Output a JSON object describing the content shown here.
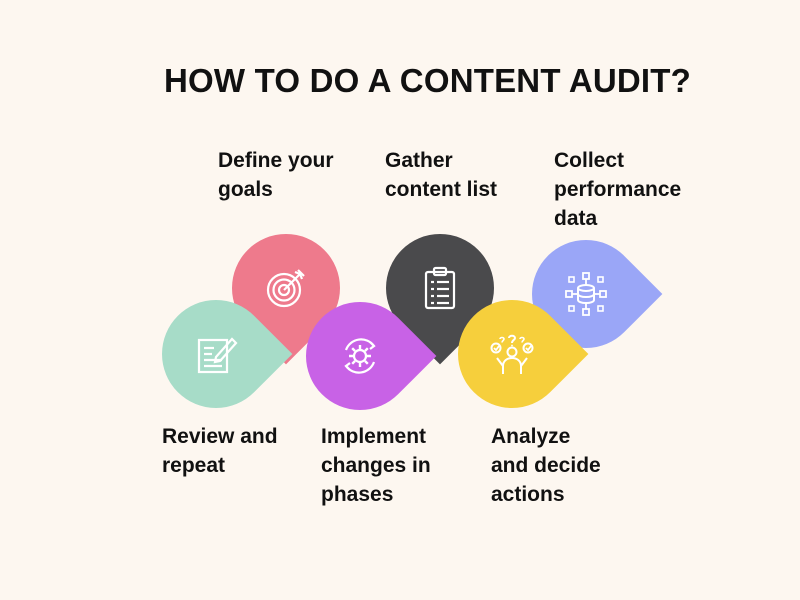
{
  "title": "HOW TO DO A CONTENT AUDIT?",
  "steps": [
    {
      "label": "Define your\ngoals",
      "icon": "target-icon",
      "color": "#ee7a8c"
    },
    {
      "label": "Gather\ncontent list",
      "icon": "clipboard-list-icon",
      "color": "#4a4a4c"
    },
    {
      "label": "Collect\nperformance\ndata",
      "icon": "database-network-icon",
      "color": "#9aa6f7"
    },
    {
      "label": "Review and\nrepeat",
      "icon": "edit-document-icon",
      "color": "#a7dcc8"
    },
    {
      "label": "Implement\nchanges in\nphases",
      "icon": "gear-cycle-icon",
      "color": "#c862e6"
    },
    {
      "label": "Analyze\nand decide\nactions",
      "icon": "person-thinking-icon",
      "color": "#f6cf3c"
    }
  ]
}
